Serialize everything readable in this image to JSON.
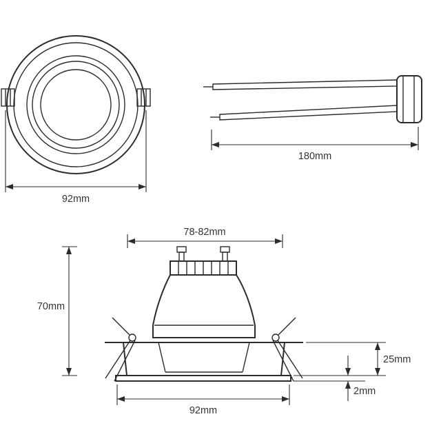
{
  "drawing": {
    "type": "technical-dimension-drawing",
    "subject": "recessed downlight fixture",
    "line_color": "#2b2b2b",
    "text_color": "#333333",
    "background": "#ffffff"
  },
  "front_view": {
    "name": "front view of round downlight trim",
    "diameter_label": "92mm"
  },
  "cable_view": {
    "name": "lamp holder connector with wires",
    "length_label": "180mm"
  },
  "section_view": {
    "name": "cross section of installed downlight with GU10 lamp",
    "cutout_label": "78-82mm",
    "height_label": "70mm",
    "recess_depth_label": "25mm",
    "flange_thickness_label": "2mm",
    "outer_diameter_label": "92mm"
  }
}
